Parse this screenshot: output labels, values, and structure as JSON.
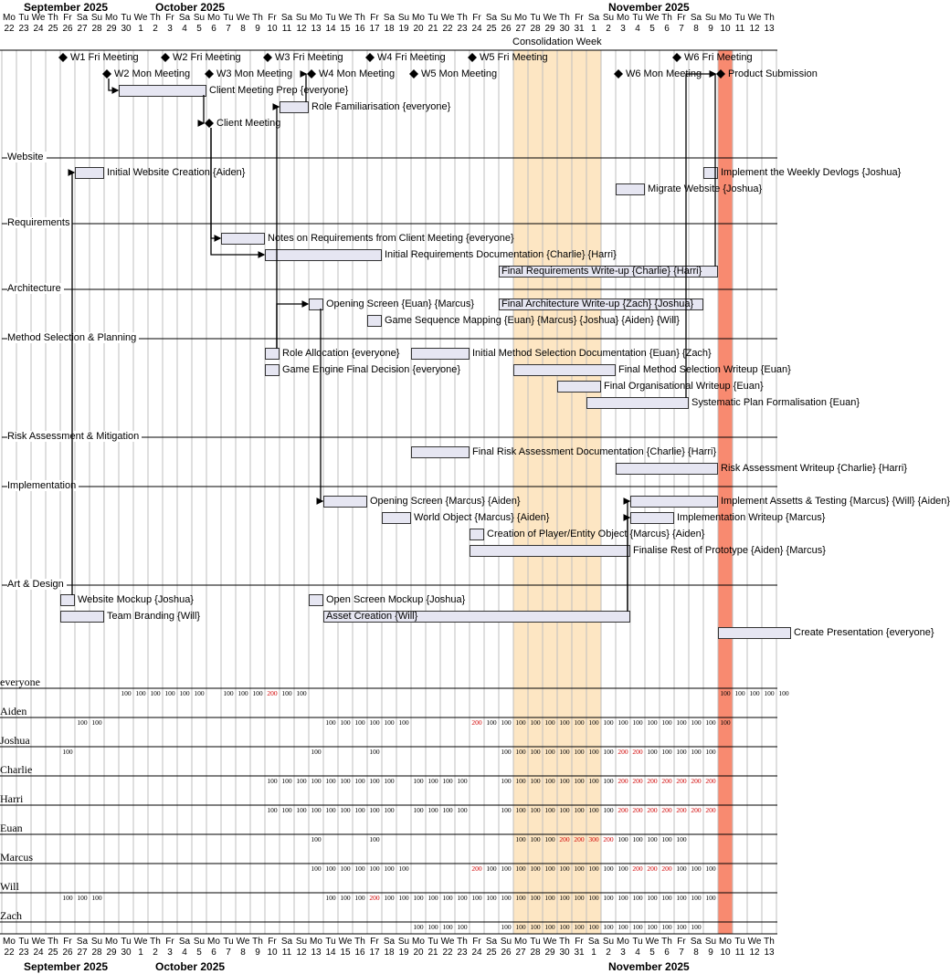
{
  "colors": {
    "shade": "#fde6c3",
    "today": "#f88a70",
    "bar": "#e6e6f2",
    "overload": "#d00000",
    "line": "#000000"
  },
  "start_date": "2025-09-22",
  "days": 53,
  "day_letters": [
    "Mo",
    "Tu",
    "We",
    "Th",
    "Fr",
    "Sa",
    "Su"
  ],
  "months": [
    {
      "label": "September 2025",
      "start": 0,
      "end": 8
    },
    {
      "label": "October 2025",
      "start": 9,
      "end": 39
    },
    {
      "label": "November 2025",
      "start": 40,
      "end": 52
    }
  ],
  "highlight": {
    "label": "Consolidation Week",
    "start": 35,
    "end": 41
  },
  "today": 49,
  "sections": [
    {
      "label": "Website",
      "row": 6
    },
    {
      "label": "Requirements",
      "row": 10
    },
    {
      "label": "Architecture",
      "row": 14
    },
    {
      "label": "Method Selection & Planning",
      "row": 17
    },
    {
      "label": "Risk Assessment & Mitigation",
      "row": 23
    },
    {
      "label": "Implementation",
      "row": 26
    },
    {
      "label": "Art & Design",
      "row": 32
    }
  ],
  "milestones": [
    {
      "label": "W1  Fri Meeting",
      "day": 4,
      "row": 0
    },
    {
      "label": "W2  Fri Meeting",
      "day": 11,
      "row": 0
    },
    {
      "label": "W3  Fri Meeting",
      "day": 18,
      "row": 0
    },
    {
      "label": "W4  Fri Meeting",
      "day": 25,
      "row": 0
    },
    {
      "label": "W5  Fri Meeting",
      "day": 32,
      "row": 0
    },
    {
      "label": "W6  Fri Meeting",
      "day": 46,
      "row": 0
    },
    {
      "label": "W2  Mon Meeting",
      "day": 7,
      "row": 1
    },
    {
      "label": "W3  Mon Meeting",
      "day": 14,
      "row": 1
    },
    {
      "label": "W4  Mon Meeting",
      "day": 21,
      "row": 1
    },
    {
      "label": "W5  Mon Meeting",
      "day": 28,
      "row": 1
    },
    {
      "label": "W6  Mon Meeting",
      "day": 42,
      "row": 1
    },
    {
      "label": "Product Submission",
      "day": 49,
      "row": 1
    },
    {
      "label": "Client Meeting",
      "day": 14,
      "row": 4
    }
  ],
  "tasks": [
    {
      "label": "Client Meeting Prep {everyone}",
      "start": 8,
      "end": 14,
      "row": 2
    },
    {
      "label": "Role Familiarisation {everyone}",
      "start": 19,
      "end": 21,
      "row": 3
    },
    {
      "label": "Initial Website Creation {Aiden}",
      "start": 5,
      "end": 7,
      "row": 7
    },
    {
      "label": "Implement the Weekly Devlogs {Joshua}",
      "start": 48,
      "end": 49,
      "row": 7
    },
    {
      "label": "Migrate Website {Joshua}",
      "start": 42,
      "end": 44,
      "row": 8
    },
    {
      "label": "Notes on Requirements from Client Meeting {everyone}",
      "start": 15,
      "end": 18,
      "row": 11
    },
    {
      "label": "Initial Requirements Documentation {Charlie} {Harri}",
      "start": 18,
      "end": 26,
      "row": 12
    },
    {
      "label": "Final Requirements Write-up {Charlie} {Harri}",
      "start": 34,
      "end": 49,
      "row": 13,
      "inside": true
    },
    {
      "label": "Opening Screen {Euan} {Marcus}",
      "start": 21,
      "end": 22,
      "row": 15
    },
    {
      "label": "Final Architecture Write-up {Zach} {Joshua}",
      "start": 34,
      "end": 48,
      "row": 15,
      "inside": true
    },
    {
      "label": "Game Sequence Mapping {Euan} {Marcus} {Joshua} {Aiden} {Will}",
      "start": 25,
      "end": 26,
      "row": 16
    },
    {
      "label": "Role Allocation {everyone}",
      "start": 18,
      "end": 19,
      "row": 18
    },
    {
      "label": "Initial Method Selection Documentation {Euan} {Zach}",
      "start": 28,
      "end": 32,
      "row": 18
    },
    {
      "label": "Game Engine Final Decision {everyone}",
      "start": 18,
      "end": 19,
      "row": 19
    },
    {
      "label": "Final Method Selection Writeup {Euan}",
      "start": 35,
      "end": 42,
      "row": 19
    },
    {
      "label": "Final Organisational Writeup {Euan}",
      "start": 38,
      "end": 41,
      "row": 20
    },
    {
      "label": "Systematic Plan Formalisation {Euan}",
      "start": 40,
      "end": 47,
      "row": 21
    },
    {
      "label": "Final Risk Assessment Documentation {Charlie} {Harri}",
      "start": 28,
      "end": 32,
      "row": 24
    },
    {
      "label": "Risk Assessment Writeup {Charlie} {Harri}",
      "start": 42,
      "end": 49,
      "row": 25
    },
    {
      "label": "Opening Screen {Marcus} {Aiden}",
      "start": 22,
      "end": 25,
      "row": 27
    },
    {
      "label": "Implement Assetts & Testing {Marcus} {Will} {Aiden}",
      "start": 43,
      "end": 49,
      "row": 27
    },
    {
      "label": "World Object {Marcus} {Aiden}",
      "start": 26,
      "end": 28,
      "row": 28
    },
    {
      "label": "Implementation Writeup {Marcus}",
      "start": 43,
      "end": 46,
      "row": 28
    },
    {
      "label": "Creation of Player/Entity Object {Marcus} {Aiden}",
      "start": 32,
      "end": 33,
      "row": 29
    },
    {
      "label": "Finalise Rest of Prototype {Aiden} {Marcus}",
      "start": 32,
      "end": 43,
      "row": 30
    },
    {
      "label": "Website Mockup {Joshua}",
      "start": 4,
      "end": 5,
      "row": 33
    },
    {
      "label": "Open Screen Mockup {Joshua}",
      "start": 21,
      "end": 22,
      "row": 33
    },
    {
      "label": "Team Branding {Will}",
      "start": 4,
      "end": 7,
      "row": 34
    },
    {
      "label": "Asset Creation {Will}",
      "start": 22,
      "end": 43,
      "row": 34,
      "inside": true
    },
    {
      "label": "Create Presentation {everyone}",
      "start": 49,
      "end": 54,
      "row": 35
    }
  ],
  "resources": [
    {
      "name": "everyone",
      "loads": [
        [
          8,
          "100"
        ],
        [
          9,
          "100"
        ],
        [
          10,
          "100"
        ],
        [
          11,
          "100"
        ],
        [
          12,
          "100"
        ],
        [
          13,
          "100"
        ],
        [
          15,
          "100"
        ],
        [
          16,
          "100"
        ],
        [
          17,
          "100"
        ],
        [
          18,
          "200"
        ],
        [
          19,
          "100"
        ],
        [
          20,
          "100"
        ],
        [
          49,
          "100"
        ],
        [
          50,
          "100"
        ],
        [
          51,
          "100"
        ],
        [
          52,
          "100"
        ],
        [
          53,
          "100"
        ]
      ]
    },
    {
      "name": "Aiden",
      "loads": [
        [
          5,
          "100"
        ],
        [
          6,
          "100"
        ],
        [
          22,
          "100"
        ],
        [
          23,
          "100"
        ],
        [
          24,
          "100"
        ],
        [
          25,
          "100"
        ],
        [
          26,
          "100"
        ],
        [
          27,
          "100"
        ],
        [
          32,
          "200"
        ],
        [
          33,
          "100"
        ],
        [
          34,
          "100"
        ],
        [
          35,
          "100"
        ],
        [
          36,
          "100"
        ],
        [
          37,
          "100"
        ],
        [
          38,
          "100"
        ],
        [
          39,
          "100"
        ],
        [
          40,
          "100"
        ],
        [
          41,
          "100"
        ],
        [
          42,
          "100"
        ],
        [
          43,
          "100"
        ],
        [
          44,
          "100"
        ],
        [
          45,
          "100"
        ],
        [
          46,
          "100"
        ],
        [
          47,
          "100"
        ],
        [
          48,
          "100"
        ],
        [
          49,
          "100"
        ]
      ]
    },
    {
      "name": "Joshua",
      "loads": [
        [
          4,
          "100"
        ],
        [
          21,
          "100"
        ],
        [
          25,
          "100"
        ],
        [
          34,
          "100"
        ],
        [
          35,
          "100"
        ],
        [
          36,
          "100"
        ],
        [
          37,
          "100"
        ],
        [
          38,
          "100"
        ],
        [
          39,
          "100"
        ],
        [
          40,
          "100"
        ],
        [
          41,
          "100"
        ],
        [
          42,
          "200"
        ],
        [
          43,
          "200"
        ],
        [
          44,
          "100"
        ],
        [
          45,
          "100"
        ],
        [
          46,
          "100"
        ],
        [
          47,
          "100"
        ],
        [
          48,
          "100"
        ]
      ]
    },
    {
      "name": "Charlie",
      "loads": [
        [
          18,
          "100"
        ],
        [
          19,
          "100"
        ],
        [
          20,
          "100"
        ],
        [
          21,
          "100"
        ],
        [
          22,
          "100"
        ],
        [
          23,
          "100"
        ],
        [
          24,
          "100"
        ],
        [
          25,
          "100"
        ],
        [
          26,
          "100"
        ],
        [
          28,
          "100"
        ],
        [
          29,
          "100"
        ],
        [
          30,
          "100"
        ],
        [
          31,
          "100"
        ],
        [
          34,
          "100"
        ],
        [
          35,
          "100"
        ],
        [
          36,
          "100"
        ],
        [
          37,
          "100"
        ],
        [
          38,
          "100"
        ],
        [
          39,
          "100"
        ],
        [
          40,
          "100"
        ],
        [
          41,
          "100"
        ],
        [
          42,
          "200"
        ],
        [
          43,
          "200"
        ],
        [
          44,
          "200"
        ],
        [
          45,
          "200"
        ],
        [
          46,
          "200"
        ],
        [
          47,
          "200"
        ],
        [
          48,
          "200"
        ]
      ]
    },
    {
      "name": "Harri",
      "loads": [
        [
          18,
          "100"
        ],
        [
          19,
          "100"
        ],
        [
          20,
          "100"
        ],
        [
          21,
          "100"
        ],
        [
          22,
          "100"
        ],
        [
          23,
          "100"
        ],
        [
          24,
          "100"
        ],
        [
          25,
          "100"
        ],
        [
          26,
          "100"
        ],
        [
          28,
          "100"
        ],
        [
          29,
          "100"
        ],
        [
          30,
          "100"
        ],
        [
          31,
          "100"
        ],
        [
          34,
          "100"
        ],
        [
          35,
          "100"
        ],
        [
          36,
          "100"
        ],
        [
          37,
          "100"
        ],
        [
          38,
          "100"
        ],
        [
          39,
          "100"
        ],
        [
          40,
          "100"
        ],
        [
          41,
          "100"
        ],
        [
          42,
          "200"
        ],
        [
          43,
          "200"
        ],
        [
          44,
          "200"
        ],
        [
          45,
          "200"
        ],
        [
          46,
          "200"
        ],
        [
          47,
          "200"
        ],
        [
          48,
          "200"
        ]
      ]
    },
    {
      "name": "Euan",
      "loads": [
        [
          21,
          "100"
        ],
        [
          25,
          "100"
        ],
        [
          35,
          "100"
        ],
        [
          36,
          "100"
        ],
        [
          37,
          "100"
        ],
        [
          38,
          "200"
        ],
        [
          39,
          "200"
        ],
        [
          40,
          "300"
        ],
        [
          41,
          "200"
        ],
        [
          42,
          "100"
        ],
        [
          43,
          "100"
        ],
        [
          44,
          "100"
        ],
        [
          45,
          "100"
        ],
        [
          46,
          "100"
        ]
      ]
    },
    {
      "name": "Marcus",
      "loads": [
        [
          21,
          "100"
        ],
        [
          22,
          "100"
        ],
        [
          23,
          "100"
        ],
        [
          24,
          "100"
        ],
        [
          25,
          "100"
        ],
        [
          26,
          "100"
        ],
        [
          27,
          "100"
        ],
        [
          32,
          "200"
        ],
        [
          33,
          "100"
        ],
        [
          34,
          "100"
        ],
        [
          35,
          "100"
        ],
        [
          36,
          "100"
        ],
        [
          37,
          "100"
        ],
        [
          38,
          "100"
        ],
        [
          39,
          "100"
        ],
        [
          40,
          "100"
        ],
        [
          41,
          "100"
        ],
        [
          42,
          "100"
        ],
        [
          43,
          "200"
        ],
        [
          44,
          "200"
        ],
        [
          45,
          "200"
        ],
        [
          46,
          "100"
        ],
        [
          47,
          "100"
        ],
        [
          48,
          "100"
        ]
      ]
    },
    {
      "name": "Will",
      "loads": [
        [
          4,
          "100"
        ],
        [
          5,
          "100"
        ],
        [
          6,
          "100"
        ],
        [
          22,
          "100"
        ],
        [
          23,
          "100"
        ],
        [
          24,
          "100"
        ],
        [
          25,
          "200"
        ],
        [
          26,
          "100"
        ],
        [
          27,
          "100"
        ],
        [
          28,
          "100"
        ],
        [
          29,
          "100"
        ],
        [
          30,
          "100"
        ],
        [
          31,
          "100"
        ],
        [
          32,
          "100"
        ],
        [
          33,
          "100"
        ],
        [
          34,
          "100"
        ],
        [
          35,
          "100"
        ],
        [
          36,
          "100"
        ],
        [
          37,
          "100"
        ],
        [
          38,
          "100"
        ],
        [
          39,
          "100"
        ],
        [
          40,
          "100"
        ],
        [
          41,
          "100"
        ],
        [
          42,
          "100"
        ],
        [
          43,
          "100"
        ],
        [
          44,
          "100"
        ],
        [
          45,
          "100"
        ],
        [
          46,
          "100"
        ],
        [
          47,
          "100"
        ],
        [
          48,
          "100"
        ]
      ]
    },
    {
      "name": "Zach",
      "loads": [
        [
          28,
          "100"
        ],
        [
          29,
          "100"
        ],
        [
          30,
          "100"
        ],
        [
          31,
          "100"
        ],
        [
          34,
          "100"
        ],
        [
          35,
          "100"
        ],
        [
          36,
          "100"
        ],
        [
          37,
          "100"
        ],
        [
          38,
          "100"
        ],
        [
          39,
          "100"
        ],
        [
          40,
          "100"
        ],
        [
          41,
          "100"
        ],
        [
          42,
          "100"
        ],
        [
          43,
          "100"
        ],
        [
          44,
          "100"
        ],
        [
          45,
          "100"
        ],
        [
          46,
          "100"
        ],
        [
          47,
          "100"
        ]
      ]
    }
  ],
  "dependencies": [
    {
      "from": "m:W2  Mon Meeting",
      "to": "t:Client Meeting Prep {everyone}"
    },
    {
      "from": "t:Client Meeting Prep {everyone}",
      "to": "m:Client Meeting"
    },
    {
      "from": "m:Client Meeting",
      "to": "t:Notes on Requirements from Client Meeting {everyone}"
    },
    {
      "from": "m:Client Meeting",
      "to": "t:Initial Requirements Documentation {Charlie} {Harri}"
    },
    {
      "from": "t:Role Allocation {everyone}",
      "to": "t:Role Familiarisation {everyone}"
    },
    {
      "from": "t:Role Familiarisation {everyone}",
      "to": "m:W4  Mon Meeting"
    },
    {
      "from": "t:Role Allocation {everyone}",
      "to": "t:Opening Screen {Euan} {Marcus}"
    },
    {
      "from": "t:Opening Screen {Euan} {Marcus}",
      "to": "t:Opening Screen {Marcus} {Aiden}"
    },
    {
      "from": "t:Website Mockup {Joshua}",
      "to": "t:Initial Website Creation {Aiden}"
    },
    {
      "from": "t:Asset Creation {Will}",
      "to": "t:Implement Assetts & Testing {Marcus} {Will} {Aiden}"
    },
    {
      "from": "t:Asset Creation {Will}",
      "to": "t:Implementation Writeup {Marcus}"
    },
    {
      "from": "t:Final Requirements Write-up {Charlie} {Harri}",
      "to": "m:Product Submission"
    },
    {
      "from": "t:Systematic Plan Formalisation {Euan}",
      "to": "m:Product Submission"
    }
  ]
}
